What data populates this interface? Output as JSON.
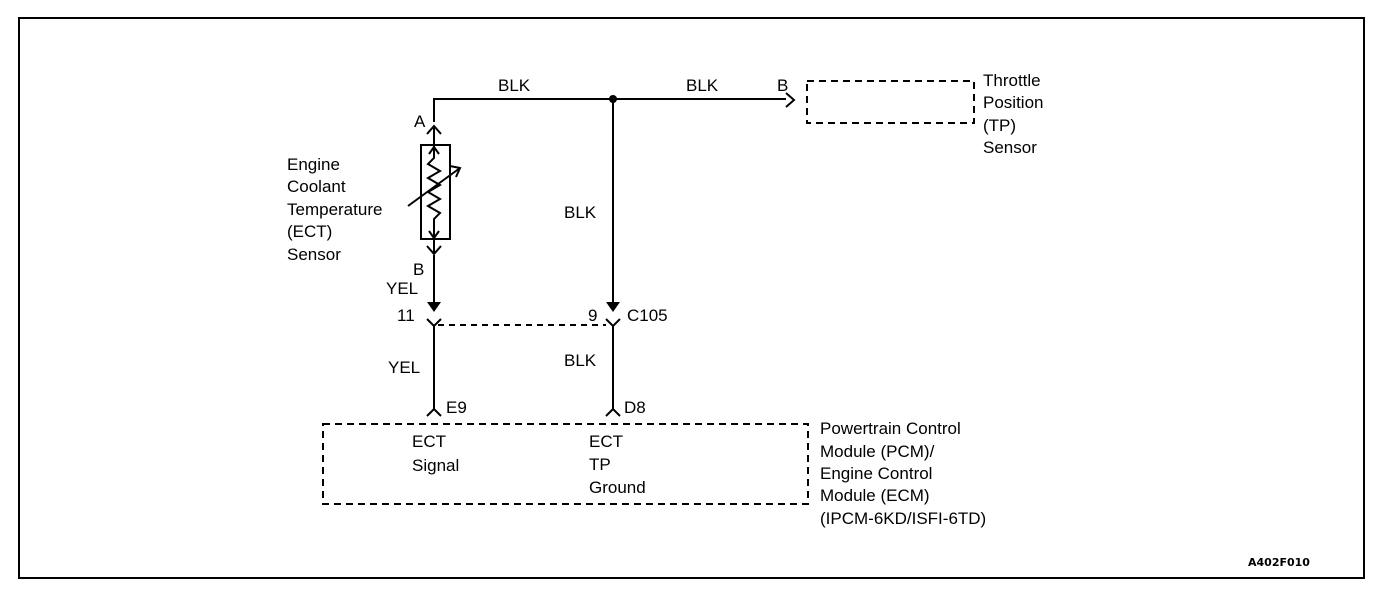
{
  "wire_labels": {
    "top_left": "BLK",
    "top_right": "BLK",
    "center_vertical": "BLK",
    "yel_upper": "YEL",
    "yel_lower": "YEL",
    "blk_lower": "BLK"
  },
  "pins": {
    "ect_a": "A",
    "ect_b": "B",
    "tp_b": "B",
    "c105_left": "11",
    "c105_right": "9",
    "connector_id": "C105",
    "pcm_e9": "E9",
    "pcm_d8": "D8"
  },
  "ect_sensor_label": [
    "Engine",
    "Coolant",
    "Temperature",
    "(ECT)",
    "Sensor"
  ],
  "tp_sensor_label": [
    "Throttle",
    "Position",
    "(TP)",
    "Sensor"
  ],
  "pcm_inside": {
    "signal": [
      "ECT",
      "Signal"
    ],
    "ground": [
      "ECT",
      "TP",
      "Ground"
    ]
  },
  "pcm_label": [
    "Powertrain Control",
    "Module (PCM)/",
    "Engine Control",
    "Module (ECM)",
    "(IPCM-6KD/ISFI-6TD)"
  ],
  "figure_code": "A402F010"
}
